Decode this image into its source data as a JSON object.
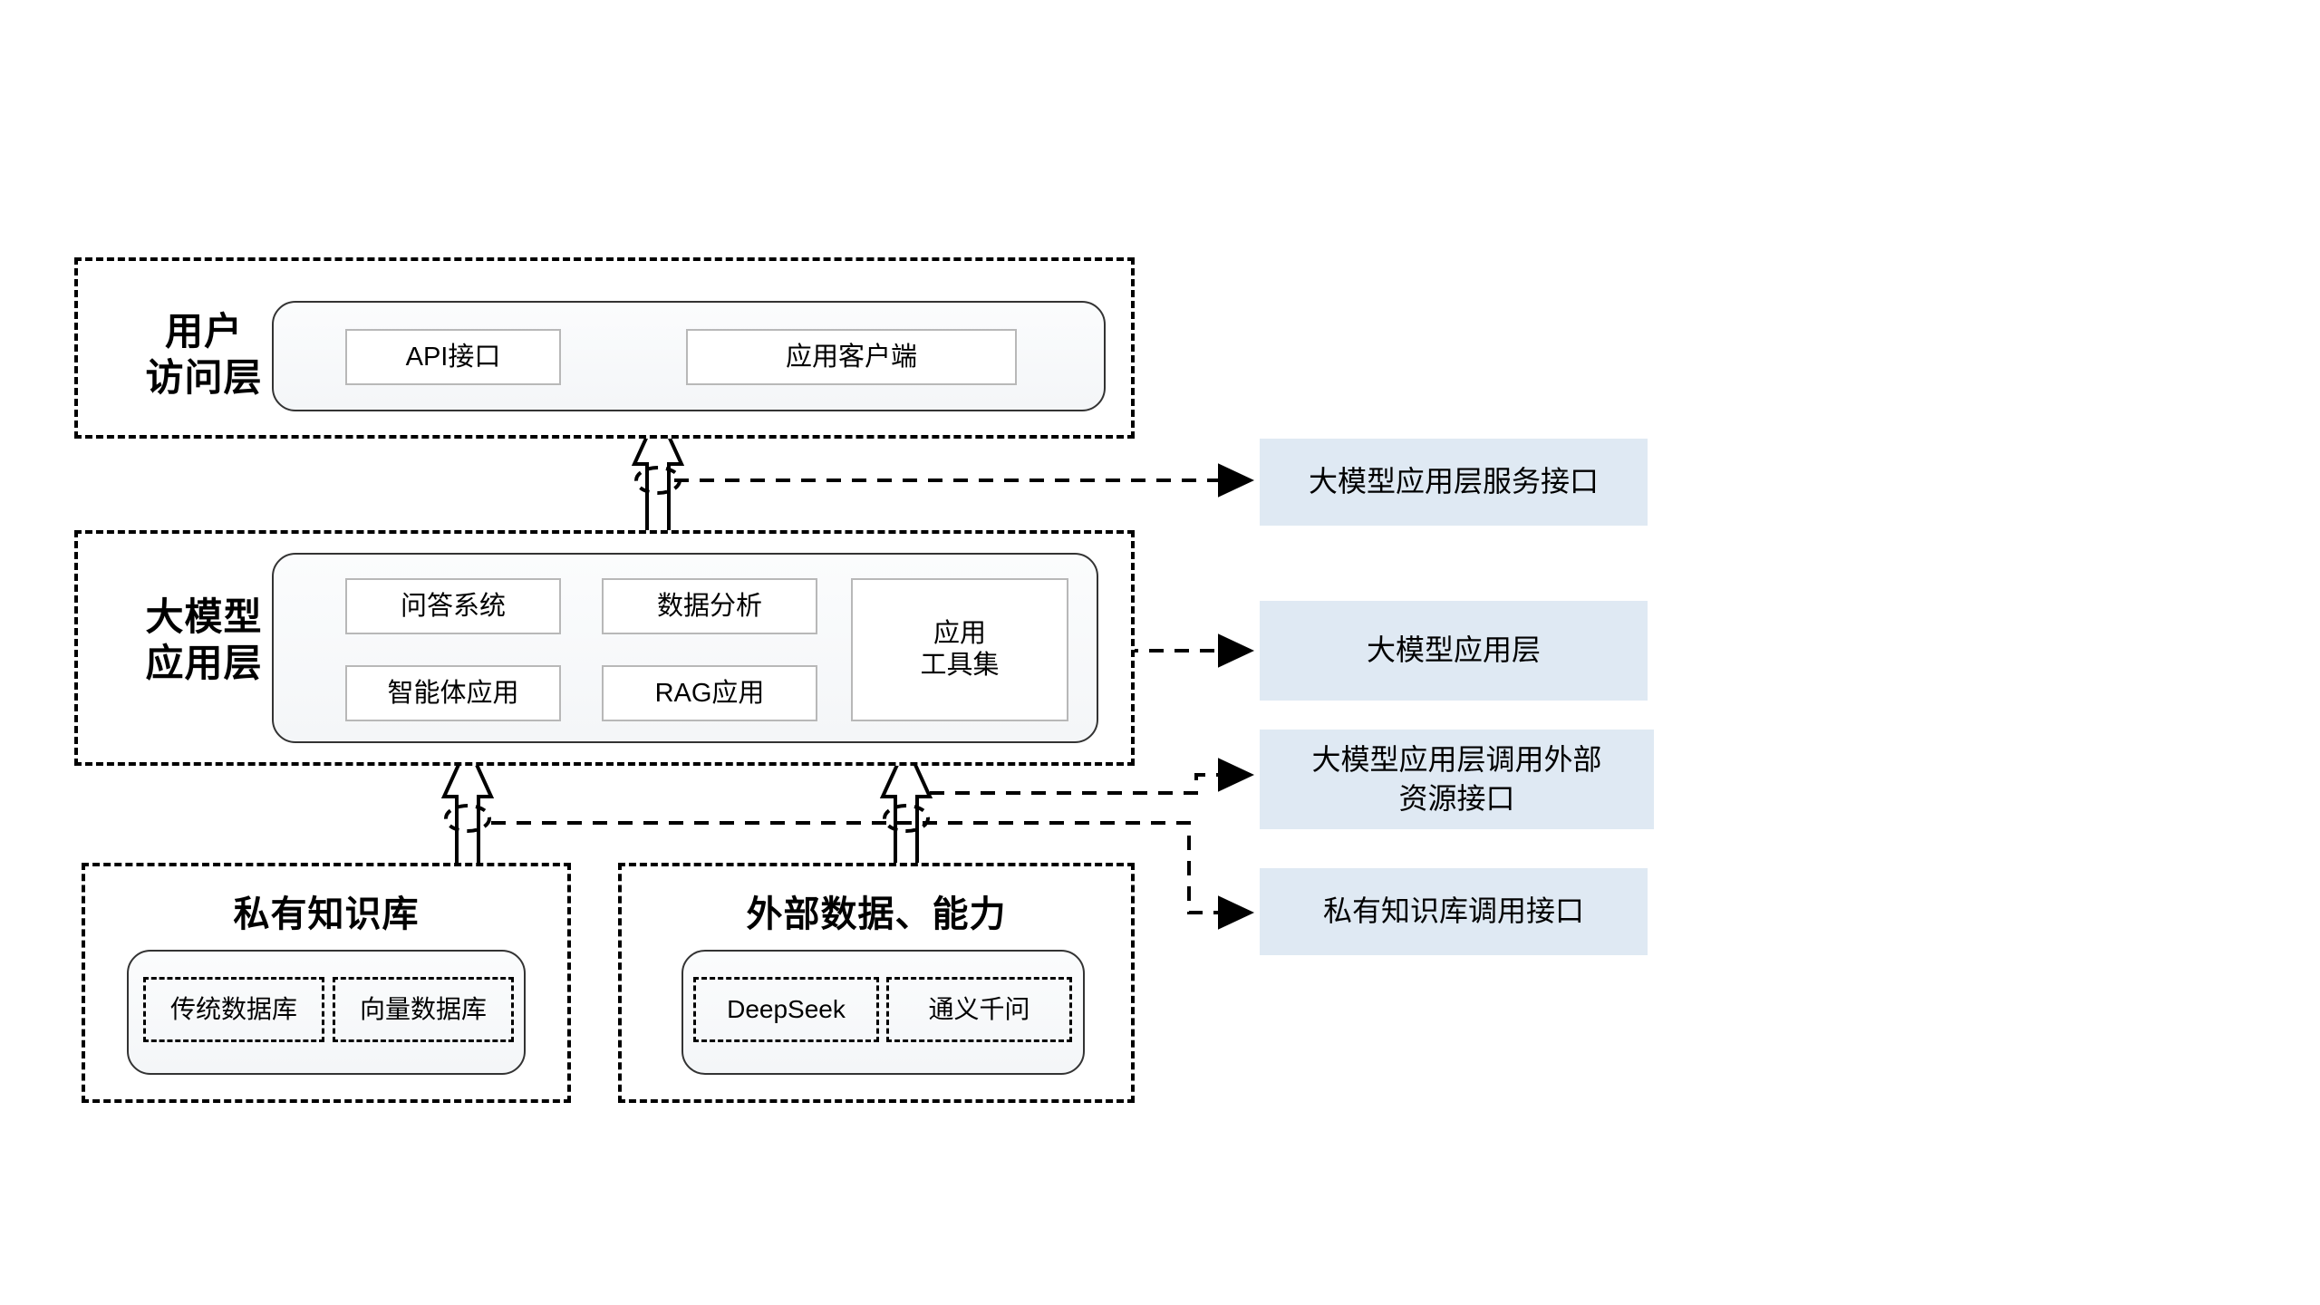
{
  "diagram": {
    "title_layers": {
      "user_access": "用户\n访问层",
      "model_app": "大模型\n应用层",
      "private_kb": "私有知识库",
      "external": "外部数据、能力"
    },
    "colors": {
      "legend_fill": "#dfe9f3",
      "layer_border": "#000000",
      "panel_border": "#333333",
      "item_border": "#b8b8b8",
      "arrow": "#000000",
      "background": "#ffffff"
    }
  },
  "user_access_layer": {
    "label": "用户\n访问层",
    "items": [
      {
        "label": "API接口"
      },
      {
        "label": "应用客户端"
      }
    ]
  },
  "model_app_layer": {
    "label": "大模型\n应用层",
    "items": [
      {
        "label": "问答系统"
      },
      {
        "label": "数据分析"
      },
      {
        "label": "智能体应用"
      },
      {
        "label": "RAG应用"
      },
      {
        "label": "应用\n工具集"
      }
    ]
  },
  "private_kb_layer": {
    "label": "私有知识库",
    "items": [
      {
        "label": "传统数据库"
      },
      {
        "label": "向量数据库"
      }
    ]
  },
  "external_layer": {
    "label": "外部数据、能力",
    "items": [
      {
        "label": "DeepSeek"
      },
      {
        "label": "通义千问"
      }
    ]
  },
  "legend": {
    "items": [
      {
        "label": "大模型应用层服务接口"
      },
      {
        "label": "大模型应用层"
      },
      {
        "label": "大模型应用层调用外部\n资源接口"
      },
      {
        "label": "私有知识库调用接口"
      }
    ]
  }
}
